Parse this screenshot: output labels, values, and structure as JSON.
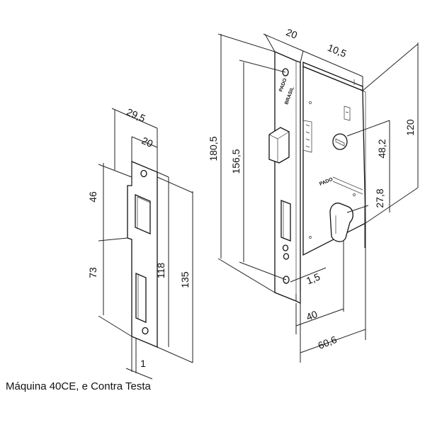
{
  "caption": "Máquina 40CE, e Contra Testa",
  "strike_plate": {
    "dim_total_width": "29,5",
    "dim_width": "20",
    "dim_upper": "46",
    "dim_lower": "73",
    "dim_inner": "118",
    "dim_height": "135",
    "dim_offset": "1"
  },
  "lock_body": {
    "dim_faceplate_width": "20",
    "dim_depth_top": "10,5",
    "dim_faceplate_height": "180,5",
    "dim_hole_spacing": "156,5",
    "dim_case_height": "120",
    "dim_spindle_center": "48,2",
    "dim_cylinder_spacing": "27,8",
    "dim_faceplate_thickness": "1,5",
    "dim_backset": "40",
    "dim_total_depth": "60,6",
    "brand_text": "PADO",
    "brand_sub": "BRASIL"
  }
}
